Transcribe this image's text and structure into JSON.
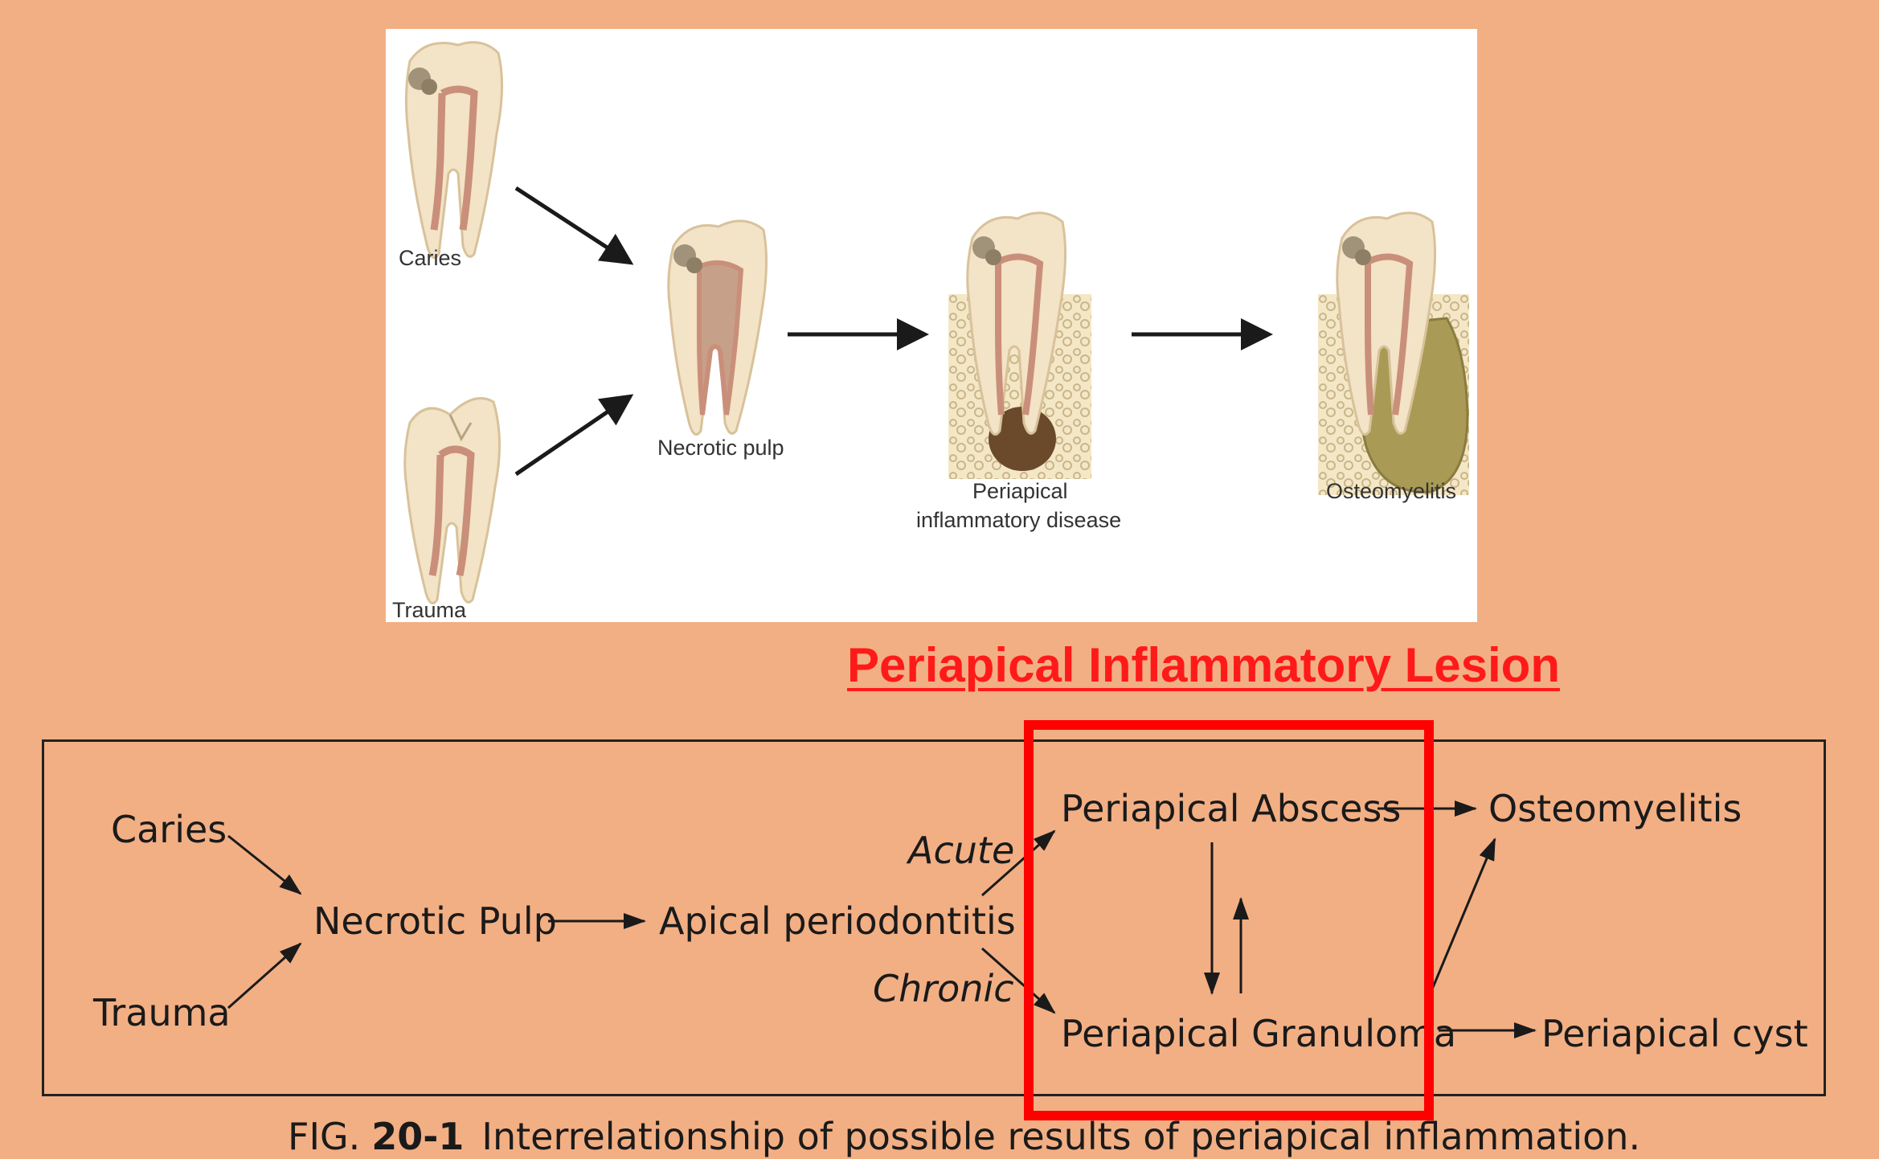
{
  "illustration": {
    "labels": {
      "caries": "Caries",
      "trauma": "Trauma",
      "necrotic_pulp": "Necrotic pulp",
      "periapical_line1": "Periapical",
      "periapical_line2": "inflammatory disease",
      "osteomyelitis": "Osteomyelitis"
    }
  },
  "section_title": "Periapical Inflammatory Lesion",
  "flowchart": {
    "nodes": {
      "caries": "Caries",
      "trauma": "Trauma",
      "necrotic_pulp": "Necrotic Pulp",
      "apical_periodontitis": "Apical periodontitis",
      "periapical_abscess": "Periapical Abscess",
      "periapical_granuloma": "Periapical Granuloma",
      "osteomyelitis": "Osteomyelitis",
      "periapical_cyst": "Periapical cyst"
    },
    "edge_labels": {
      "acute": "Acute",
      "chronic": "Chronic"
    }
  },
  "caption": {
    "prefix": "FIG.",
    "number": "20-1",
    "text": "Interrelationship of possible results of periapical inflammation."
  },
  "colors": {
    "background": "#F2AF84",
    "title": "#FF1A1A",
    "highlight": "#FF0000",
    "tooth": "#F3E3C7",
    "pulp": "#C98F7A",
    "bone": "#EFE1B8",
    "lesion": "#6B4A2B",
    "osteomyelitis_mass": "#A99A55"
  }
}
